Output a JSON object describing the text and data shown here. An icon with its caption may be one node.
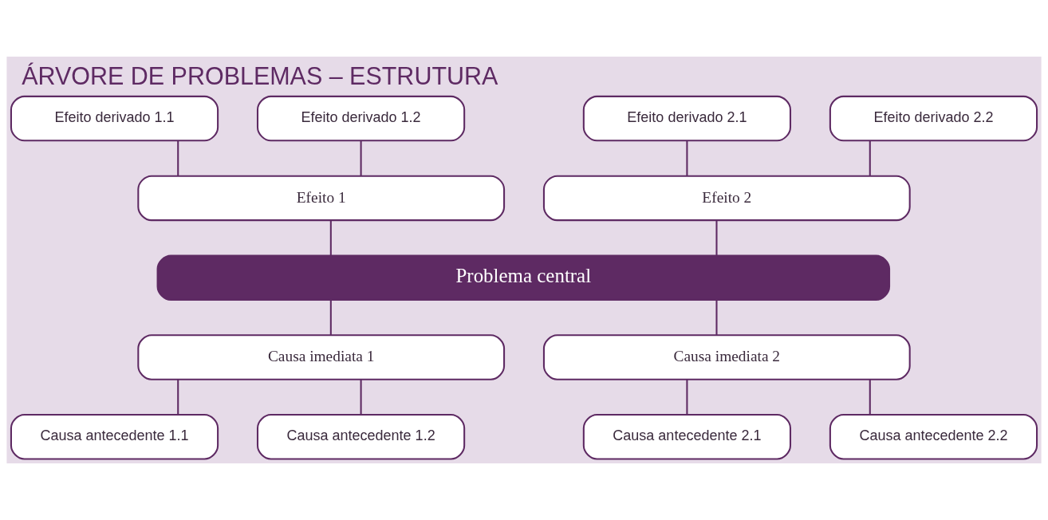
{
  "diagram": {
    "title": "ÁRVORE DE PROBLEMAS – ESTRUTURA",
    "nodes": [
      {
        "text": [
          "Efeito derivado 1.1"
        ]
      },
      {
        "text": [
          "Efeito derivado 1.2"
        ]
      },
      {
        "text": [
          "Efeito derivado 2.1"
        ]
      },
      {
        "text": [
          "Efeito derivado 2.2"
        ]
      },
      {
        "text": [
          "Efeito 1"
        ]
      },
      {
        "text": [
          "Efeito 2"
        ]
      },
      {
        "text": [
          "Problema central"
        ]
      },
      {
        "text": [
          "Causa imediata 1"
        ]
      },
      {
        "text": [
          "Causa imediata 2"
        ]
      },
      {
        "text": [
          "Causa antecedente 1.1"
        ]
      },
      {
        "text": [
          "Causa antecedente 1.2"
        ]
      },
      {
        "text": [
          "Causa antecedente 2.1"
        ]
      },
      {
        "text": [
          "Causa antecedente 2.2"
        ]
      }
    ],
    "edges": [
      {
        "from": 0,
        "to": 4,
        "arrow": "none"
      },
      {
        "from": 1,
        "to": 4,
        "arrow": "none"
      },
      {
        "from": 2,
        "to": 5,
        "arrow": "none"
      },
      {
        "from": 3,
        "to": 5,
        "arrow": "none"
      },
      {
        "from": 4,
        "to": 6,
        "arrow": "none"
      },
      {
        "from": 5,
        "to": 6,
        "arrow": "none"
      },
      {
        "from": 6,
        "to": 7,
        "arrow": "none"
      },
      {
        "from": 6,
        "to": 8,
        "arrow": "none"
      },
      {
        "from": 7,
        "to": 9,
        "arrow": "none"
      },
      {
        "from": 7,
        "to": 10,
        "arrow": "none"
      },
      {
        "from": 8,
        "to": 11,
        "arrow": "none"
      },
      {
        "from": 8,
        "to": 12,
        "arrow": "none"
      }
    ]
  }
}
